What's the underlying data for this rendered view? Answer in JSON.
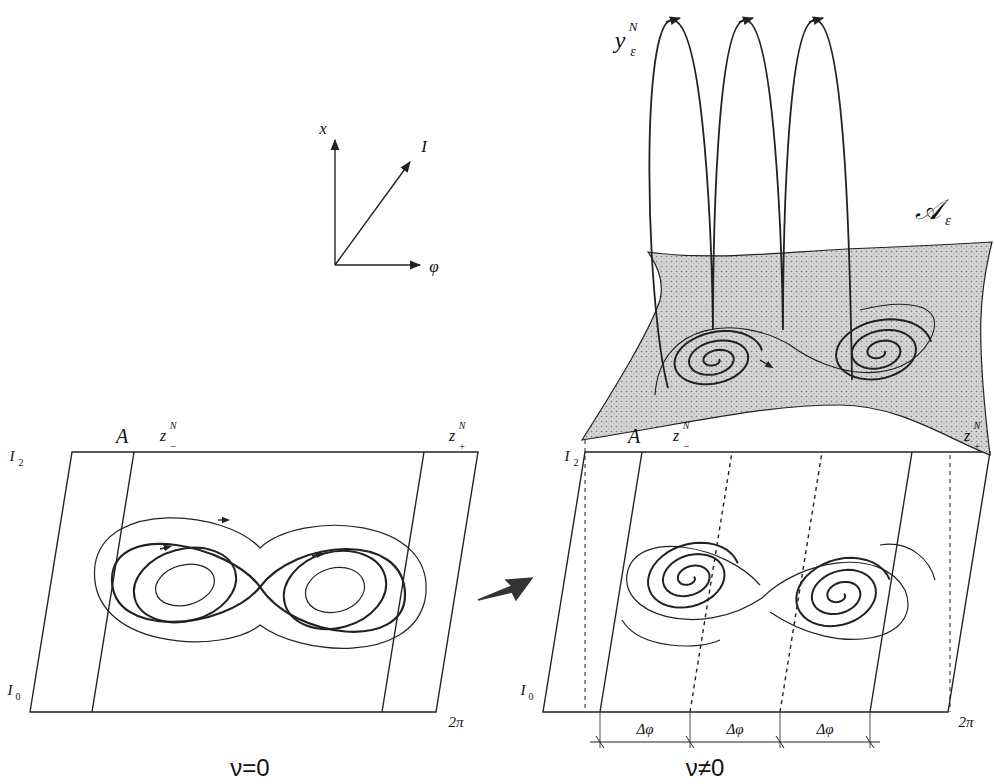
{
  "diagram": {
    "labels": [
      "y",
      "N",
      "ε",
      "𝒜",
      "ε",
      "x",
      "I",
      "φ",
      "I",
      "2",
      "A",
      "z",
      "N",
      "−",
      "z",
      "N",
      "+",
      "I",
      "0",
      "2π",
      "ν=0",
      "I",
      "2",
      "A",
      "z",
      "N",
      "−",
      "z",
      "N",
      "+",
      "I",
      "0",
      "2π",
      "Δφ",
      "Δφ",
      "Δφ",
      "ν≠0"
    ]
  }
}
